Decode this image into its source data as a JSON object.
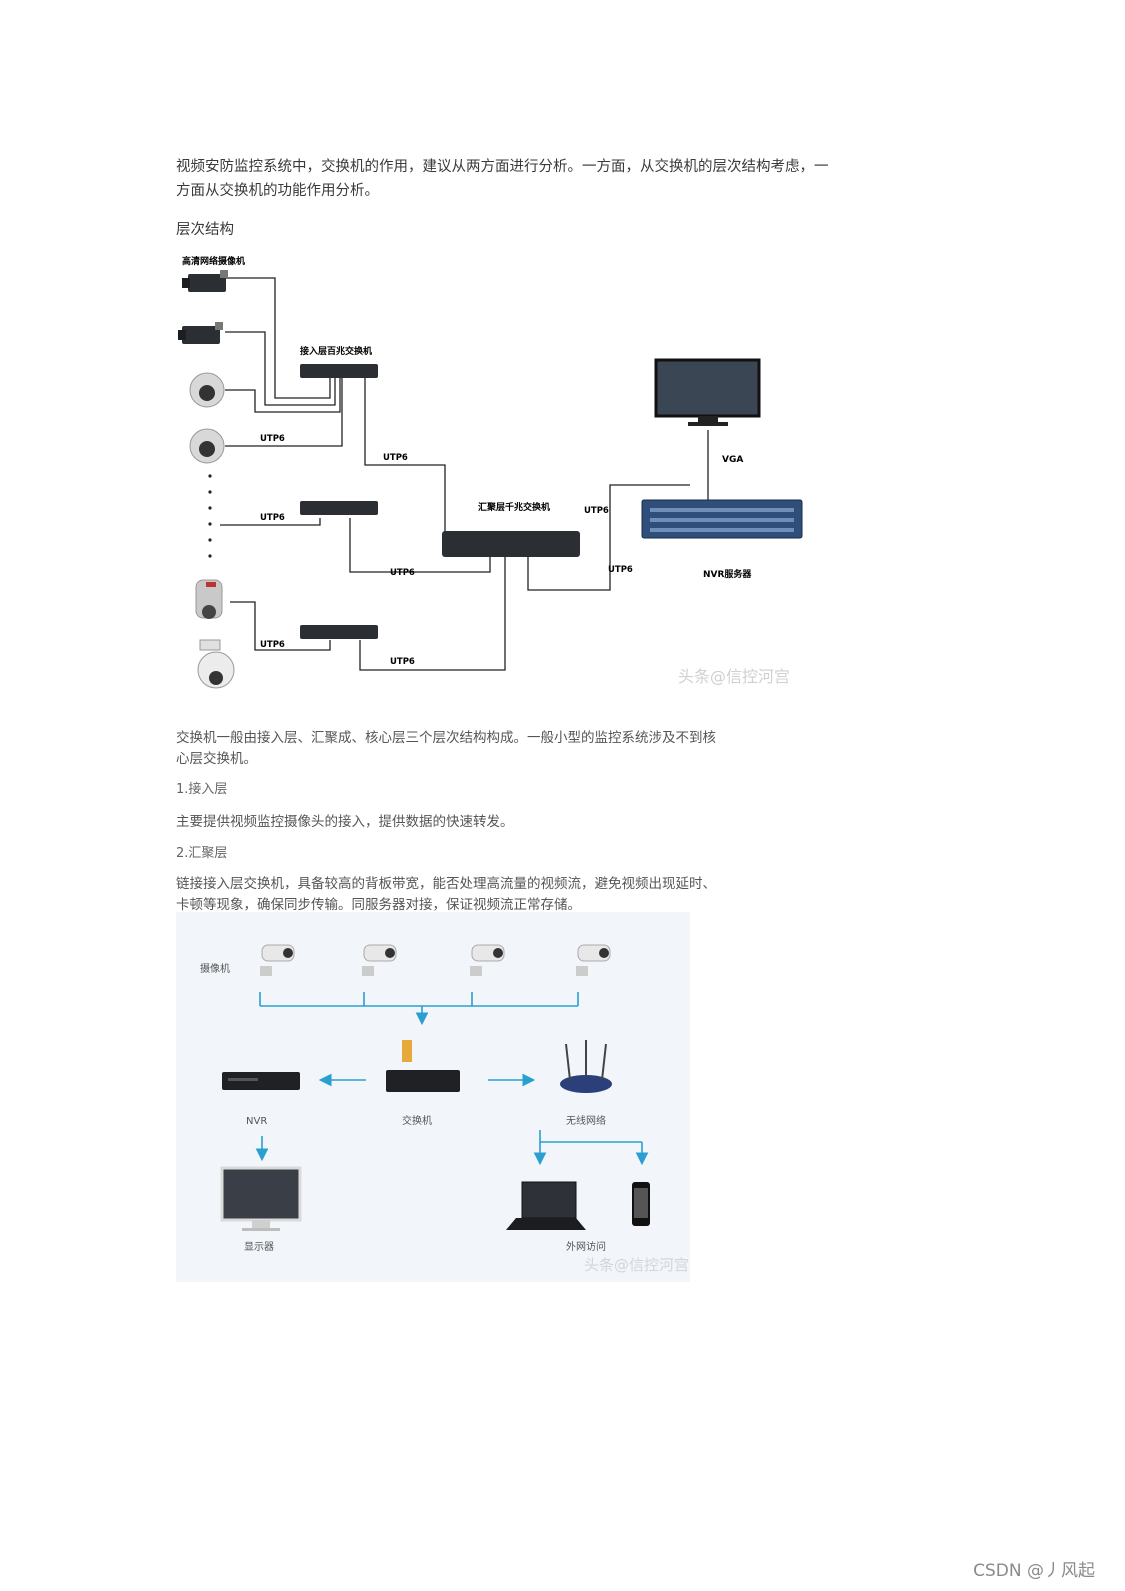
{
  "paragraphs": {
    "intro": "视频安防监控系统中，交换机的作用，建议从两方面进行分析。一方面，从交换机的层次结构考虑，一方面从交换机的功能作用分析。",
    "heading": "层次结构",
    "layers": "交换机一般由接入层、汇聚成、核心层三个层次结构构成。一般小型的监控系统涉及不到核心层交换机。",
    "access_title": "1.接入层",
    "access_desc": "主要提供视频监控摄像头的接入，提供数据的快速转发。",
    "agg_title": "2.汇聚层",
    "agg_desc": "链接接入层交换机，具备较高的背板带宽，能否处理高流量的视频流，避免视频出现延时、卡顿等现象，确保同步传输。同服务器对接，保证视频流正常存储。"
  },
  "figure1": {
    "camera_title": "高清网络摄像机",
    "access_switch": "接入层百兆交换机",
    "agg_switch": "汇聚层千兆交换机",
    "nvr_server": "NVR服务器",
    "cable_utp": "UTP6",
    "cable_vga": "VGA",
    "watermark": "头条@信控河宫"
  },
  "figure2": {
    "camera": "摄像机",
    "nvr": "NVR",
    "switch": "交换机",
    "wireless": "无线网络",
    "monitor": "显示器",
    "remote": "外网访问",
    "watermark": "头条@信控河宫"
  },
  "footer": "CSDN @丿风起",
  "colors": {
    "arrow": "#2a9fd0",
    "line": "#222222",
    "device": "#2b2e33"
  }
}
